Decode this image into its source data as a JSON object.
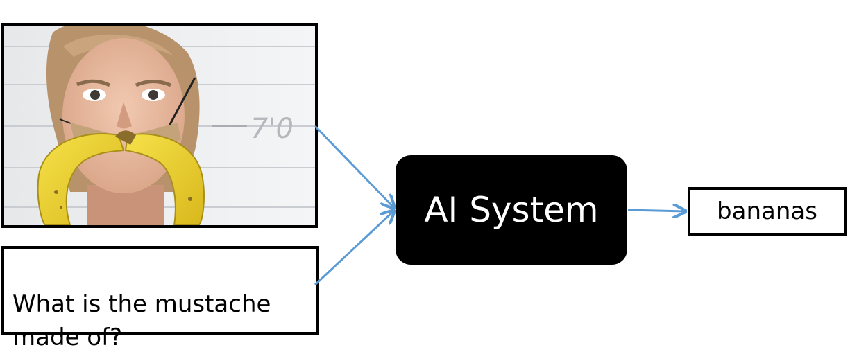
{
  "input_image": {
    "icon": "photo-woman-banana-mustache-icon",
    "board_text": "7'0"
  },
  "question": {
    "text": "What is the mustache\nmade of?"
  },
  "system": {
    "label": "AI System"
  },
  "answer": {
    "text": "bananas"
  },
  "colors": {
    "arrow": "#5b9bd5",
    "box_border": "#000000",
    "system_fill": "#000000",
    "system_text": "#ffffff"
  }
}
